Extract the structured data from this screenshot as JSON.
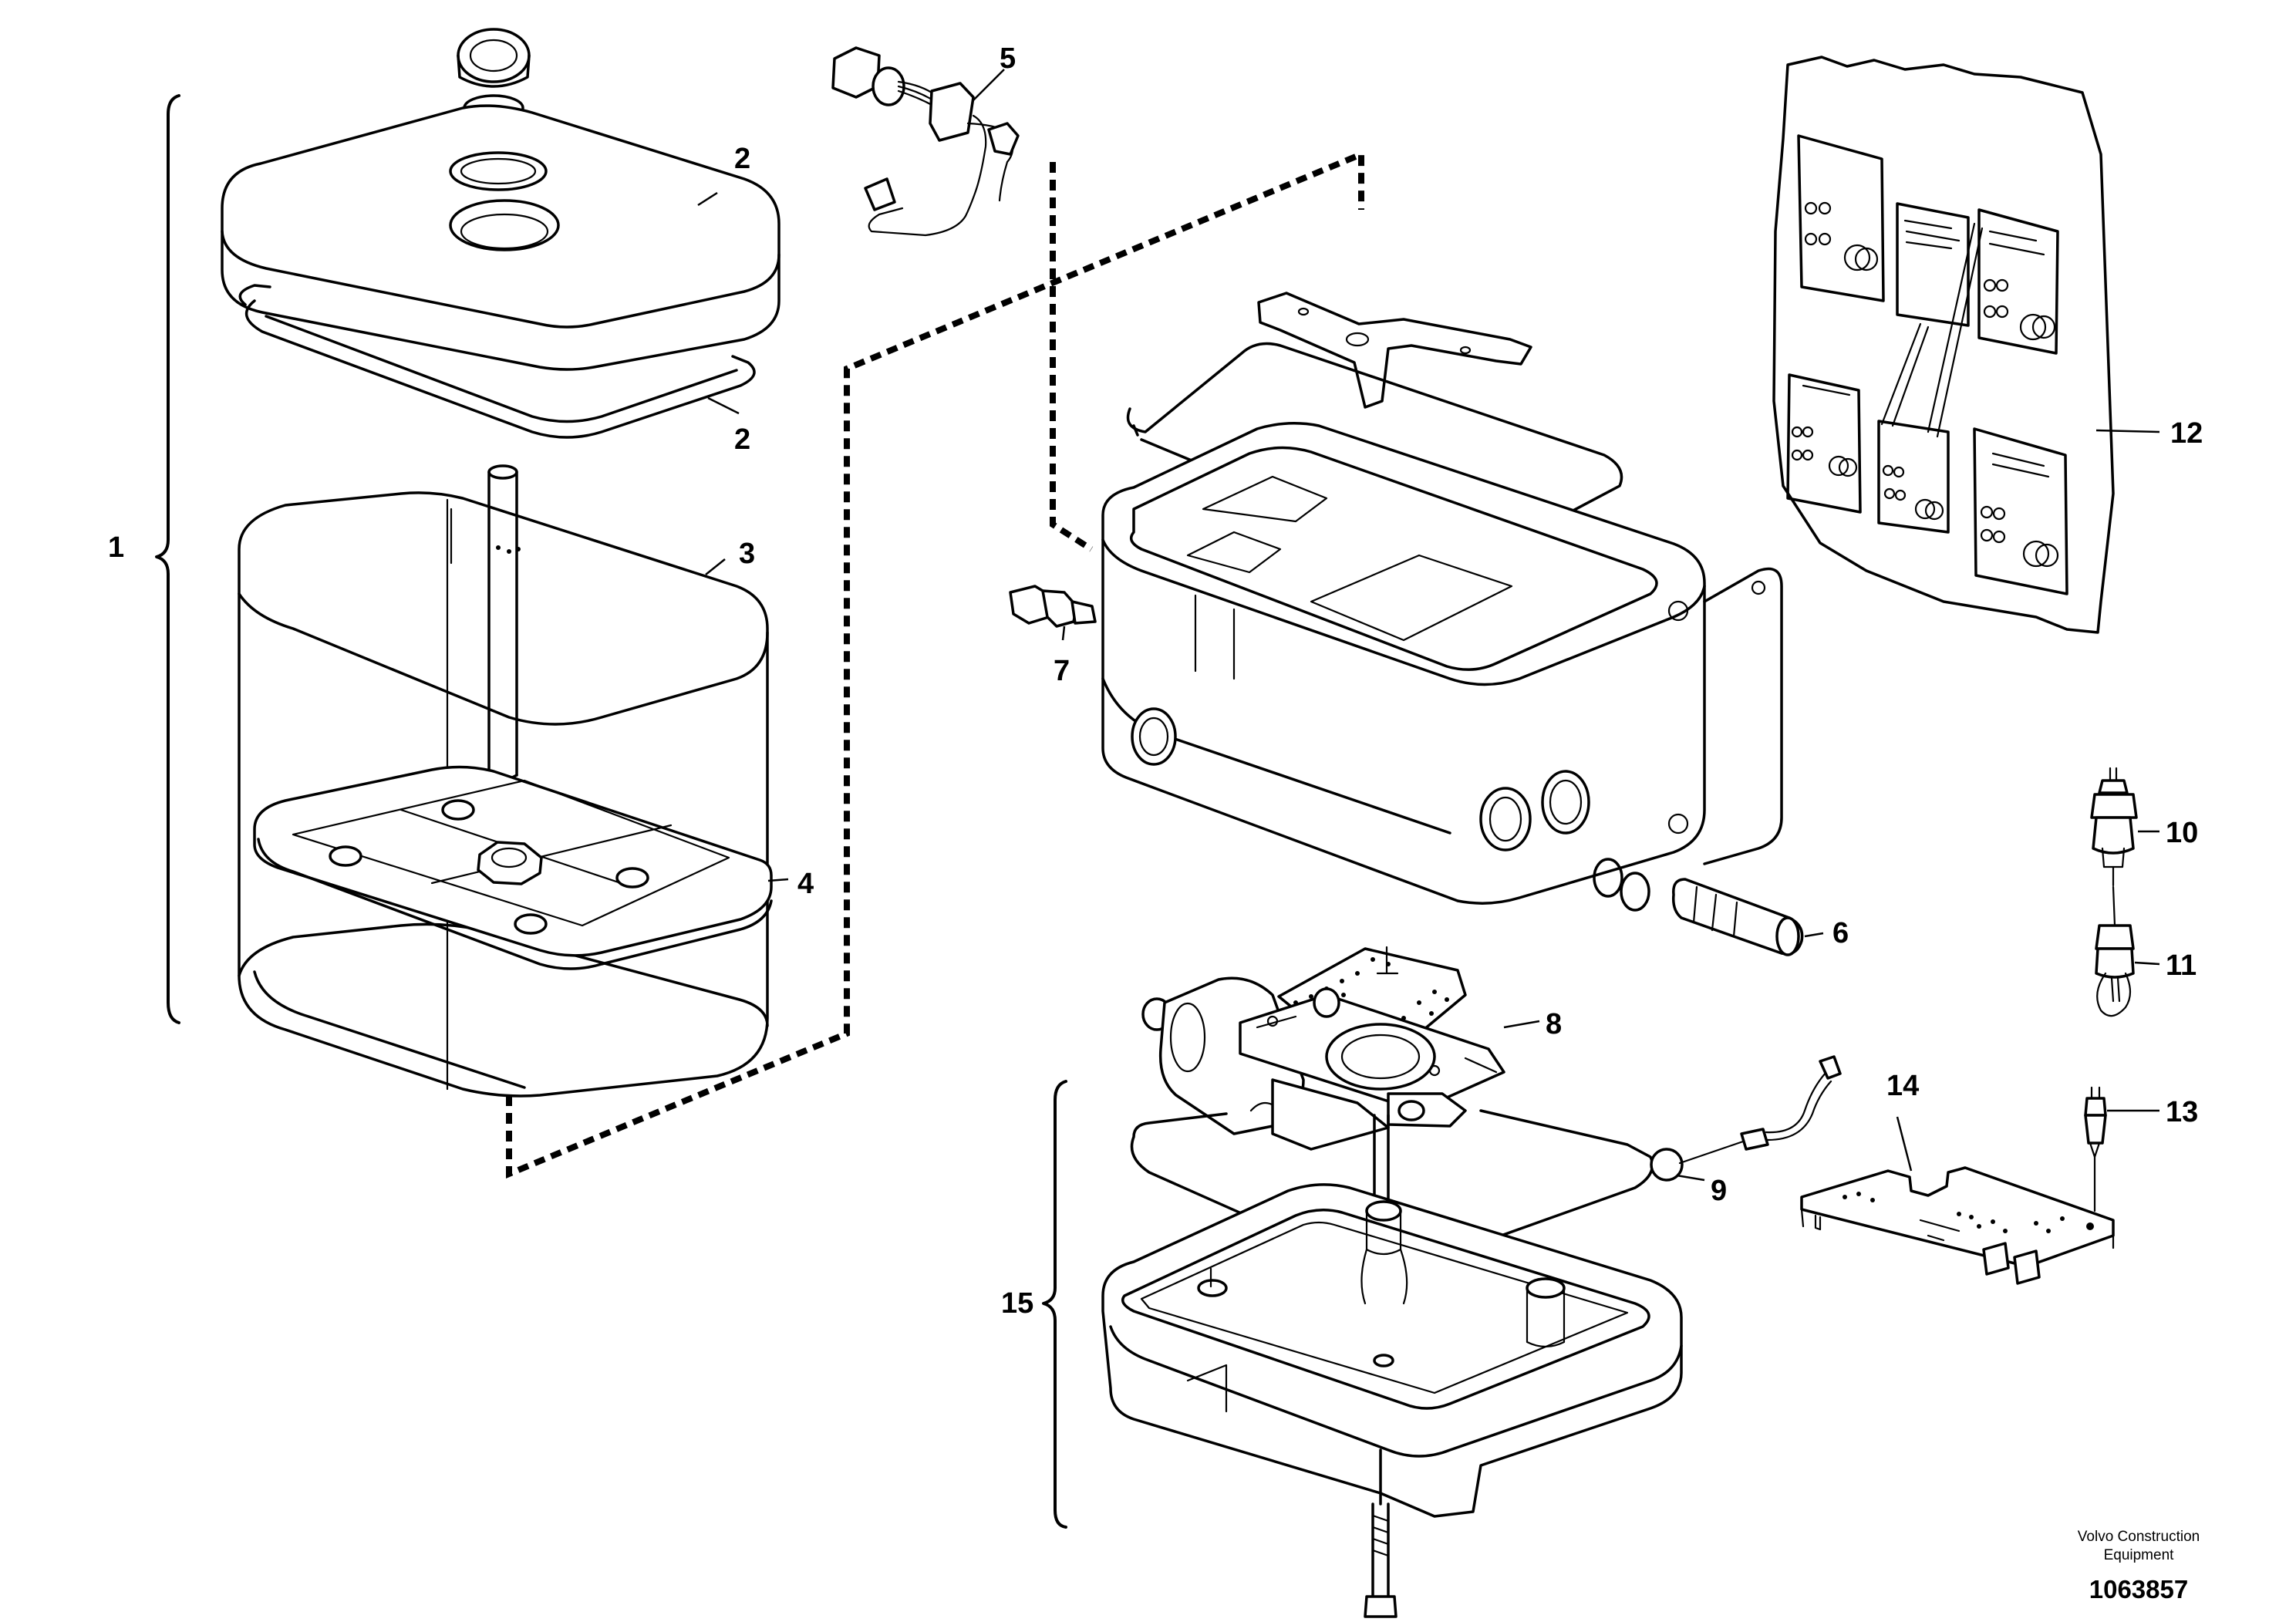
{
  "callouts": {
    "c1": "1",
    "c2a": "2",
    "c2b": "2",
    "c3": "3",
    "c4": "4",
    "c5": "5",
    "c6": "6",
    "c7": "7",
    "c8": "8",
    "c9": "9",
    "c10": "10",
    "c11": "11",
    "c12": "12",
    "c13": "13",
    "c14": "14",
    "c15": "15"
  },
  "footer": {
    "brand_line1": "Volvo Construction",
    "brand_line2": "Equipment",
    "drawing_number": "1063857"
  }
}
